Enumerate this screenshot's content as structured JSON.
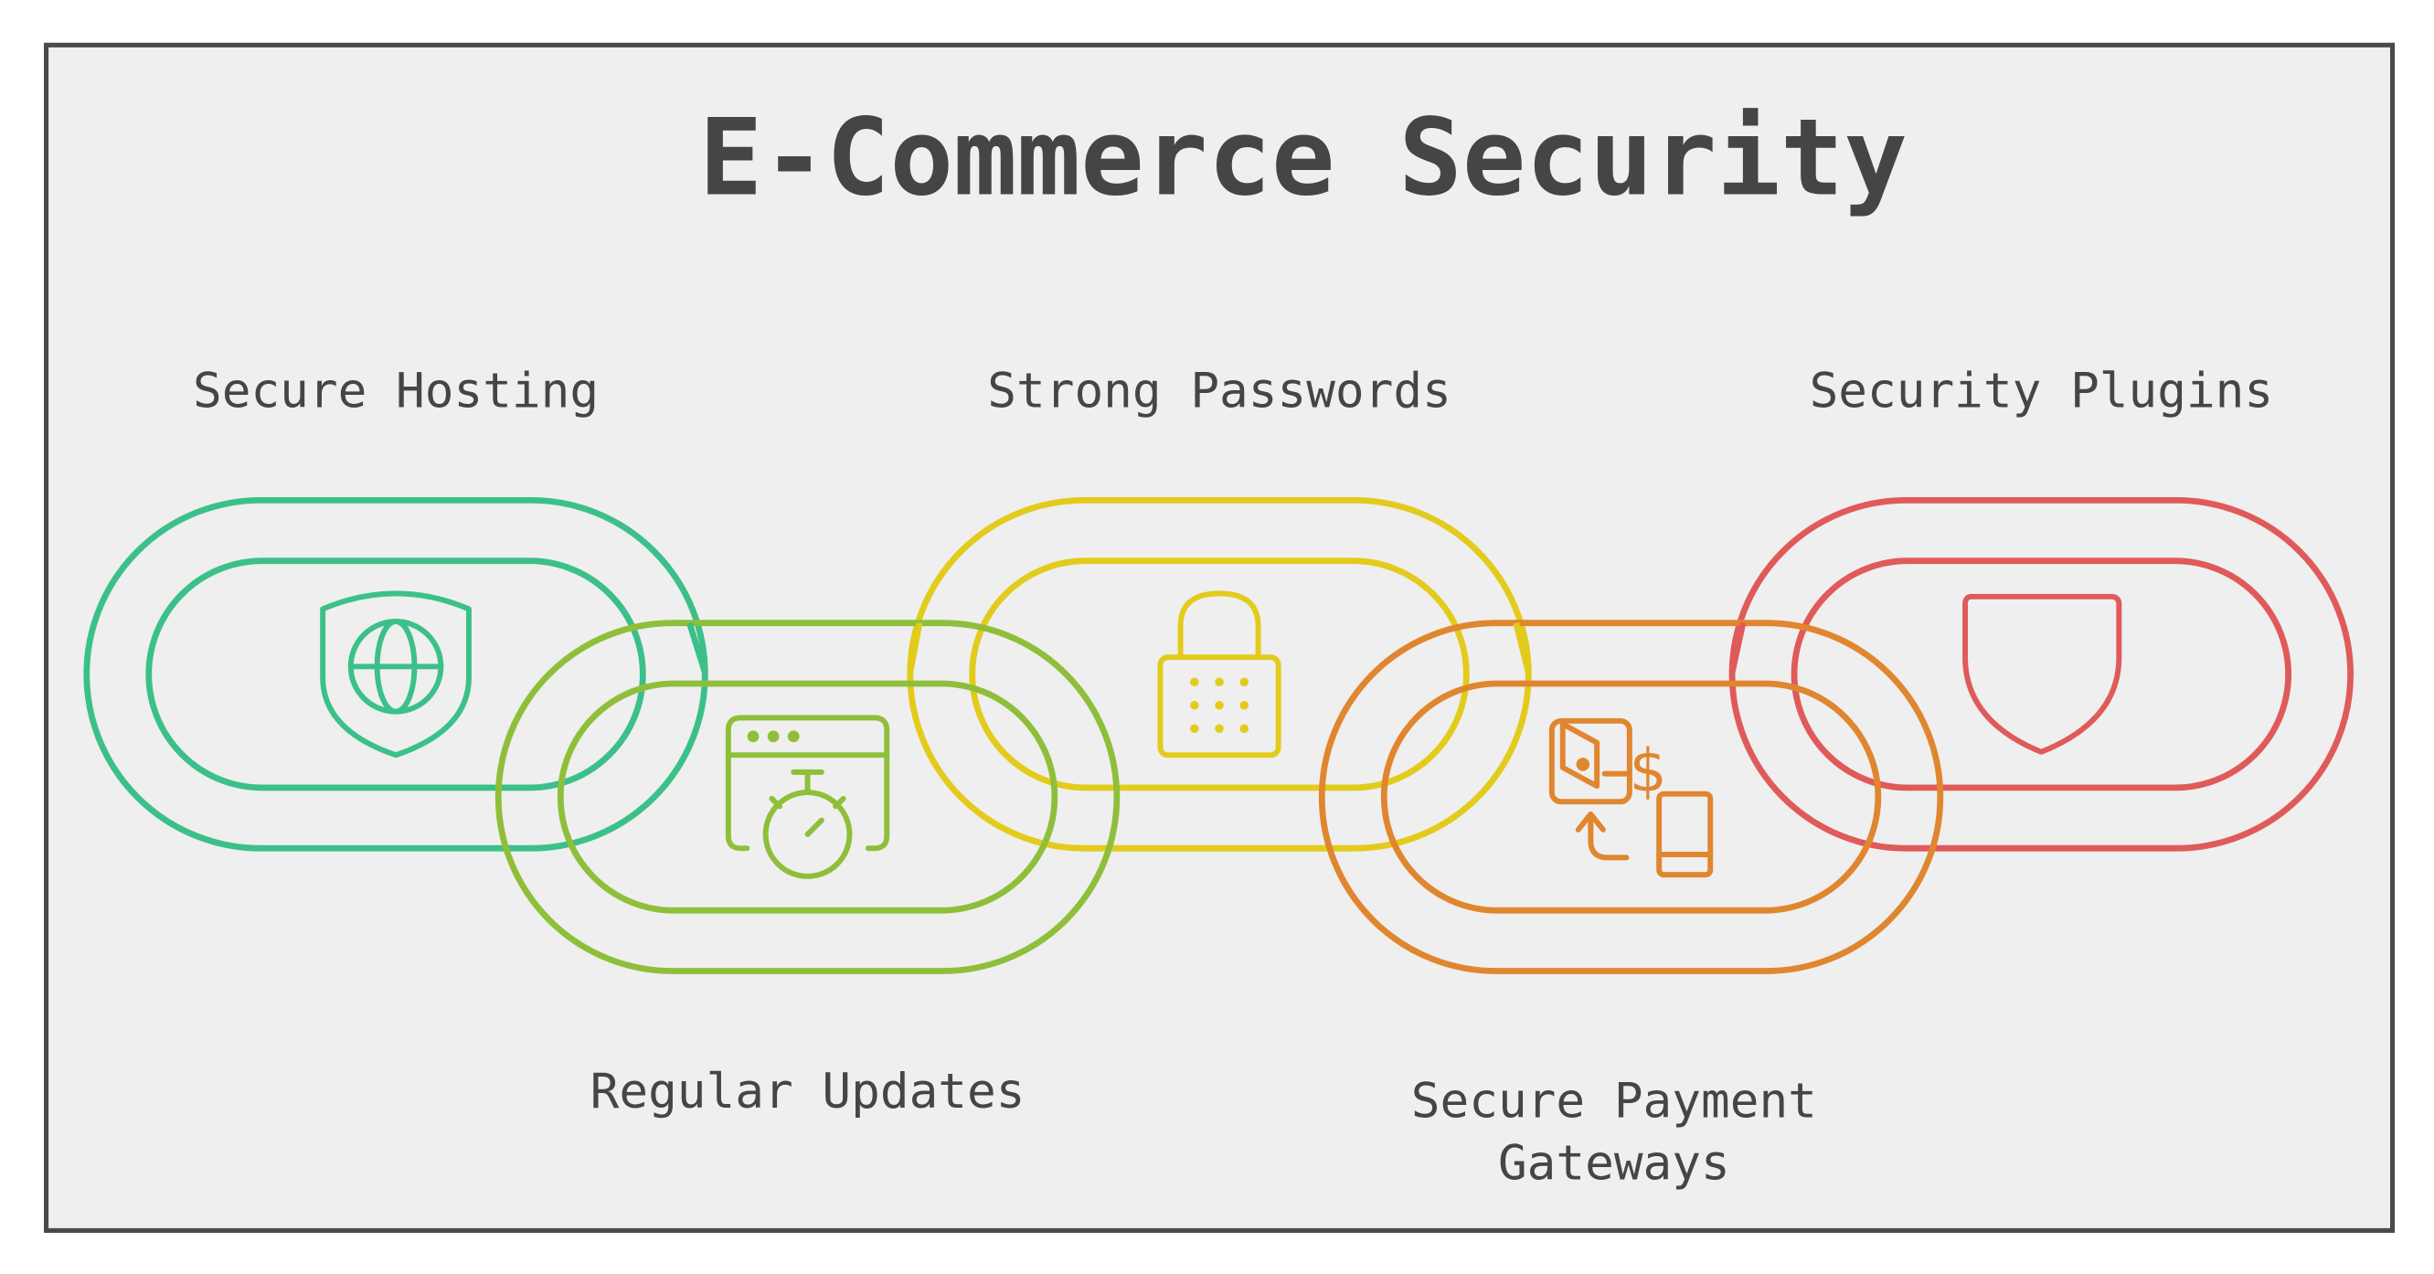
{
  "title": "E-Commerce Security",
  "links": [
    {
      "label": "Secure Hosting",
      "color": "#3cc08a",
      "icon": "shield-globe-icon"
    },
    {
      "label": "Regular Updates",
      "color": "#8fbf3a",
      "icon": "browser-stopwatch-icon"
    },
    {
      "label": "Strong Passwords",
      "color": "#e3cb1c",
      "icon": "padlock-icon"
    },
    {
      "label_lines": [
        "Secure Payment",
        "Gateways"
      ],
      "color": "#e0862f",
      "icon": "payment-transfer-icon"
    },
    {
      "label": "Security Plugins",
      "color": "#e05a5a",
      "icon": "shield-icon"
    }
  ],
  "colors": {
    "background": "#efefef",
    "border": "#4a4a4a",
    "text": "#454545"
  }
}
